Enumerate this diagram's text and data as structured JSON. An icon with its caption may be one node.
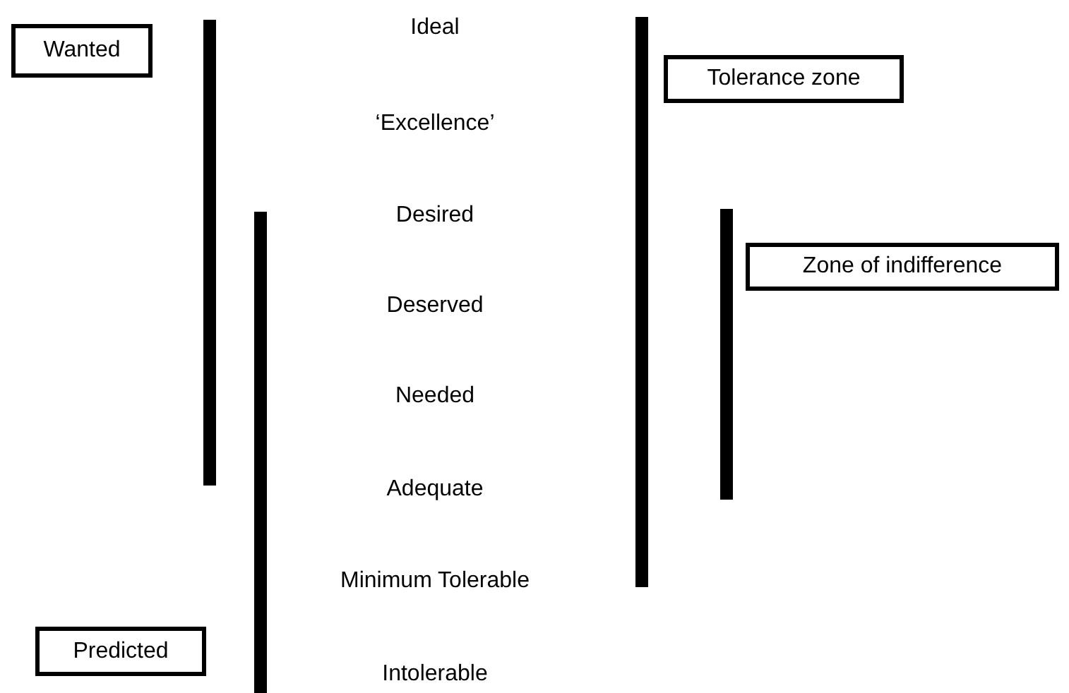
{
  "diagram": {
    "nodes": [
      {
        "text": [
          "Wanted"
        ]
      },
      {
        "text": [
          "Tolerance zone"
        ]
      },
      {
        "text": [
          "Zone of indifference"
        ]
      },
      {
        "text": [
          "Predicted"
        ]
      }
    ],
    "labels": [
      "Ideal",
      "‘Excellence’",
      "Desired",
      "Deserved",
      "Needed",
      "Adequate",
      "Minimum Tolerable",
      "Intolerable"
    ]
  }
}
